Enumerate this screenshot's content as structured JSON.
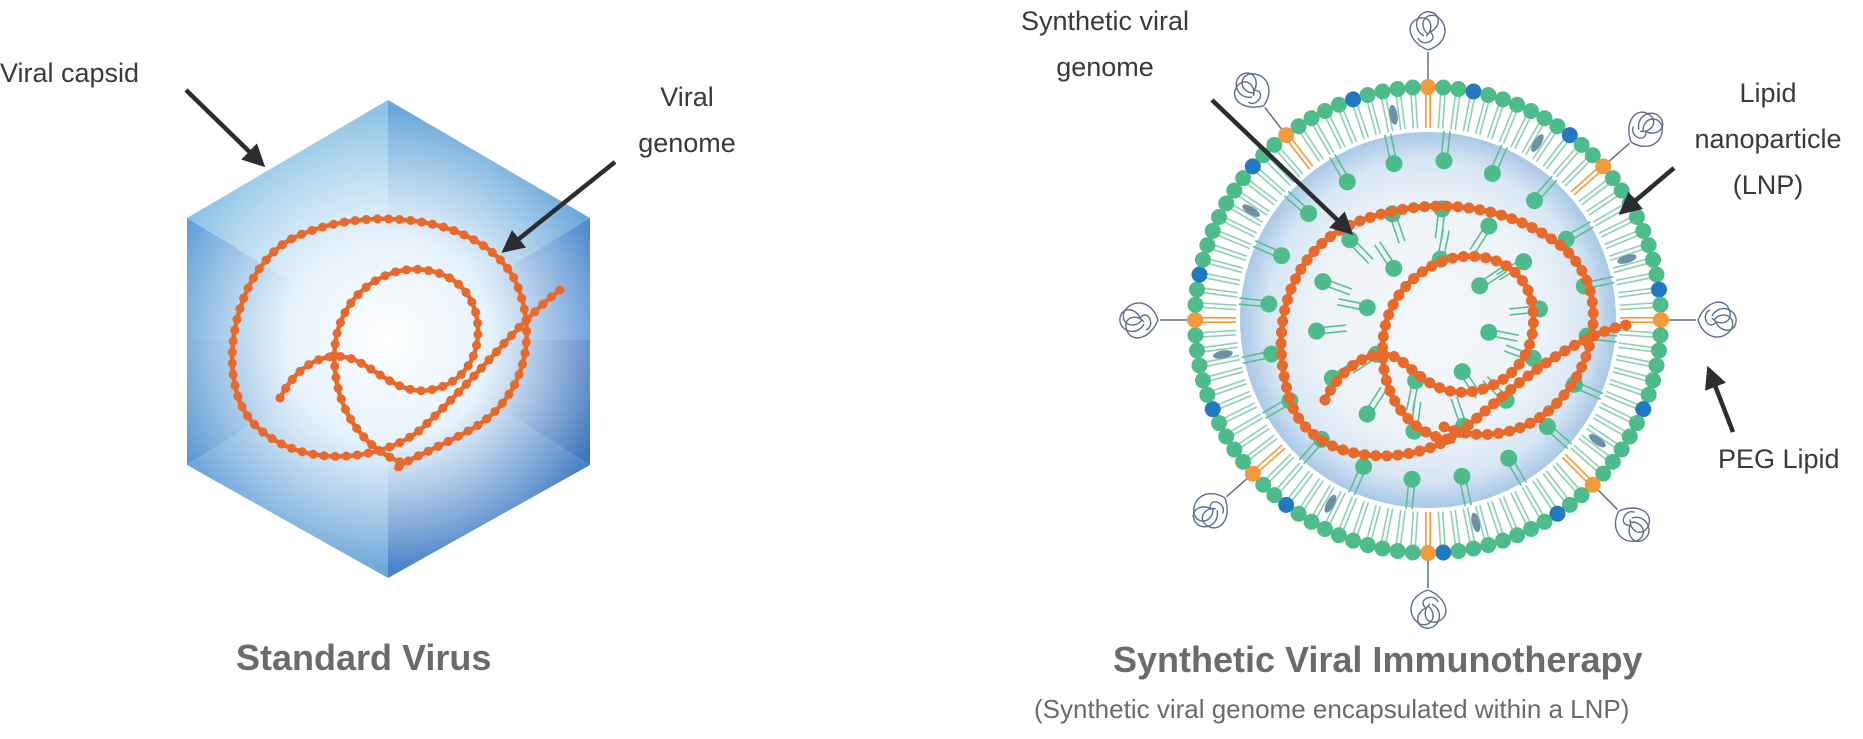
{
  "left_panel": {
    "title": "Standard Virus",
    "labels": {
      "capsid": "Viral capsid",
      "genome_line1": "Viral",
      "genome_line2": "genome"
    }
  },
  "right_panel": {
    "title": "Synthetic Viral Immunotherapy",
    "subtitle": "(Synthetic viral genome encapsulated within a LNP)",
    "labels": {
      "genome_line1": "Synthetic viral",
      "genome_line2": "genome",
      "lnp_line1": "Lipid",
      "lnp_line2": "nanoparticle",
      "lnp_line3": "(LNP)",
      "peg": "PEG Lipid"
    }
  },
  "colors": {
    "genome": "#e8692a",
    "capsid_light": "#8cc3e6",
    "capsid_dark": "#3d74bd",
    "lipid_green": "#4dbb8a",
    "lipid_blue": "#2179c2",
    "lipid_orange": "#f39a3c",
    "core_fill": "#cfe2f3",
    "peg_line": "#5b6f8c",
    "arrow": "#2b2d30",
    "label_text": "#3a3a3a",
    "title_text": "#6b6b6c"
  }
}
